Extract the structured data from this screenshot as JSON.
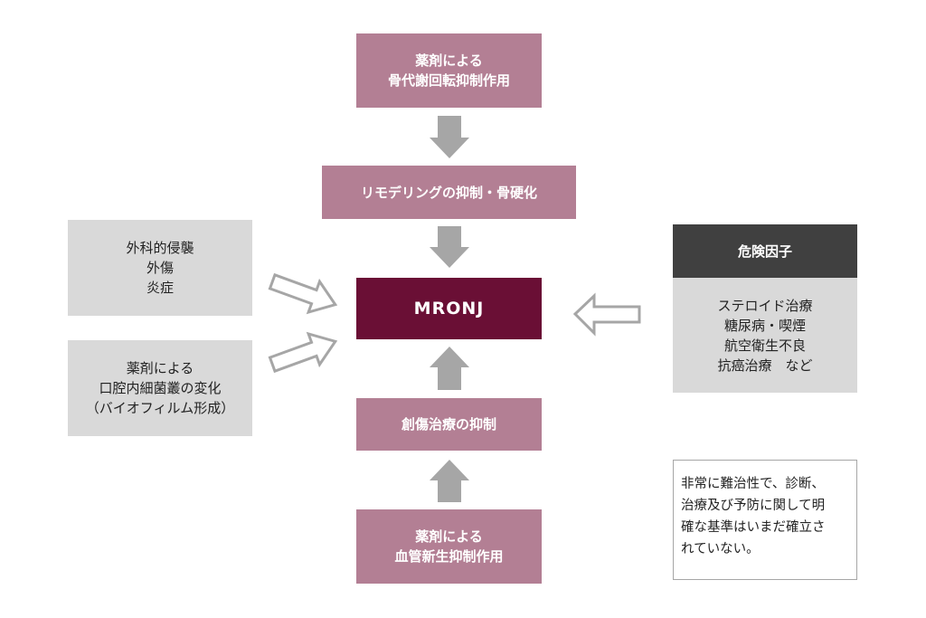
{
  "diagram": {
    "top_mechanism": {
      "lines": [
        "薬剤による",
        "骨代謝回転抑制作用"
      ]
    },
    "remodeling": {
      "lines": [
        "リモデリングの抑制・骨硬化"
      ]
    },
    "center": {
      "label": "MRONJ"
    },
    "wound_healing": {
      "lines": [
        "創傷治療の抑制"
      ]
    },
    "bottom_mechanism": {
      "lines": [
        "薬剤による",
        "血管新生抑制作用"
      ]
    },
    "left_factors": [
      {
        "lines": [
          "外科的侵襲",
          "外傷",
          "炎症"
        ]
      },
      {
        "lines": [
          "薬剤による",
          "口腔内細菌叢の変化",
          "（バイオフィルム形成）"
        ]
      }
    ],
    "risk_factors": {
      "title": "危険因子",
      "lines": [
        "ステロイド治療",
        "糖尿病・喫煙",
        "航空衛生不良",
        "抗癌治療　など"
      ]
    },
    "note": {
      "lines": [
        "非常に難治性で、診断、",
        "治療及び予防に関して明",
        "確な基準はいまだ確立さ",
        "れていない。"
      ]
    },
    "colors": {
      "mechanism_box": "#b37f94",
      "center_box": "#6a0f35",
      "factor_box": "#d9d9d9",
      "risk_header": "#404040",
      "arrow": "#a6a6a6"
    }
  }
}
